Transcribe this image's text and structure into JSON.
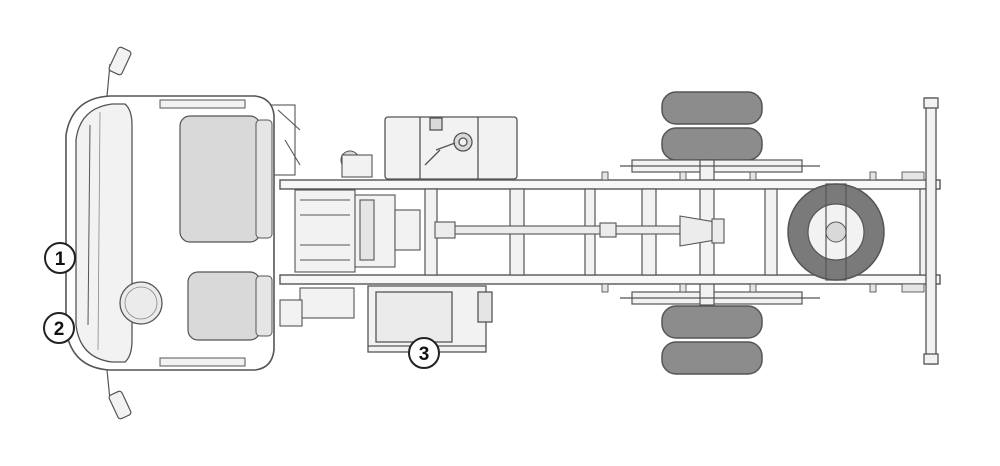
{
  "callouts": [
    {
      "label": "1"
    },
    {
      "label": "2"
    },
    {
      "label": "3"
    }
  ],
  "colors": {
    "line": "#555555",
    "fill_light": "#f2f2f2",
    "fill_mid": "#d9d9d9",
    "tire": "#8c8c8c",
    "tire_dark": "#6f6f6f",
    "callout_fill": "#ffffff",
    "callout_stroke": "#222222"
  }
}
